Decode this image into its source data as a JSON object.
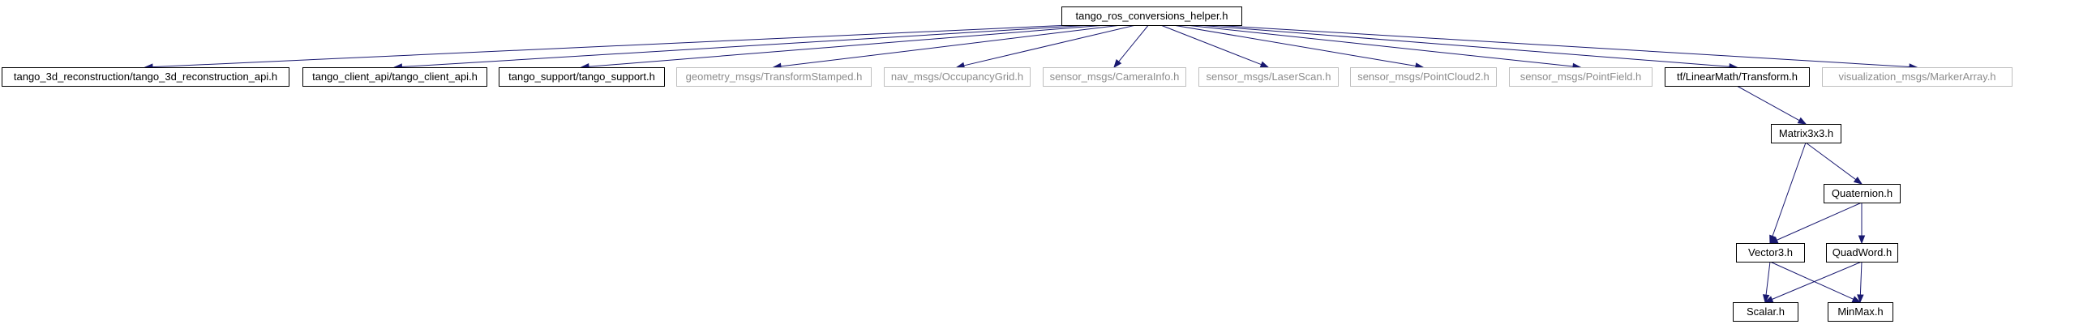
{
  "colors": {
    "root_fill": "#bfbfbf",
    "solid_border": "#000000",
    "external_border": "#bfbfbf",
    "external_text": "#8c8c8c",
    "text": "#000000",
    "edge": "#191970"
  },
  "nodes": [
    {
      "id": "root",
      "label": "tango_ros_conversions_helper.h",
      "kind": "root"
    },
    {
      "id": "n1",
      "label": "tango_3d_reconstruction/tango_3d_reconstruction_api.h",
      "kind": "solid"
    },
    {
      "id": "n2",
      "label": "tango_client_api/tango_client_api.h",
      "kind": "solid"
    },
    {
      "id": "n3",
      "label": "tango_support/tango_support.h",
      "kind": "solid"
    },
    {
      "id": "n4",
      "label": "geometry_msgs/TransformStamped.h",
      "kind": "external"
    },
    {
      "id": "n5",
      "label": "nav_msgs/OccupancyGrid.h",
      "kind": "external"
    },
    {
      "id": "n6",
      "label": "sensor_msgs/CameraInfo.h",
      "kind": "external"
    },
    {
      "id": "n7",
      "label": "sensor_msgs/LaserScan.h",
      "kind": "external"
    },
    {
      "id": "n8",
      "label": "sensor_msgs/PointCloud2.h",
      "kind": "external"
    },
    {
      "id": "n9",
      "label": "sensor_msgs/PointField.h",
      "kind": "external"
    },
    {
      "id": "n10",
      "label": "tf/LinearMath/Transform.h",
      "kind": "solid"
    },
    {
      "id": "n11",
      "label": "visualization_msgs/MarkerArray.h",
      "kind": "external"
    },
    {
      "id": "m3",
      "label": "Matrix3x3.h",
      "kind": "solid"
    },
    {
      "id": "q",
      "label": "Quaternion.h",
      "kind": "solid"
    },
    {
      "id": "v3",
      "label": "Vector3.h",
      "kind": "solid"
    },
    {
      "id": "qw",
      "label": "QuadWord.h",
      "kind": "solid"
    },
    {
      "id": "sc",
      "label": "Scalar.h",
      "kind": "solid"
    },
    {
      "id": "mm",
      "label": "MinMax.h",
      "kind": "solid"
    }
  ],
  "edges": [
    [
      "root",
      "n1"
    ],
    [
      "root",
      "n2"
    ],
    [
      "root",
      "n3"
    ],
    [
      "root",
      "n4"
    ],
    [
      "root",
      "n5"
    ],
    [
      "root",
      "n6"
    ],
    [
      "root",
      "n7"
    ],
    [
      "root",
      "n8"
    ],
    [
      "root",
      "n9"
    ],
    [
      "root",
      "n10"
    ],
    [
      "root",
      "n11"
    ],
    [
      "n10",
      "m3"
    ],
    [
      "m3",
      "q"
    ],
    [
      "m3",
      "v3"
    ],
    [
      "q",
      "v3"
    ],
    [
      "q",
      "qw"
    ],
    [
      "v3",
      "sc"
    ],
    [
      "v3",
      "mm"
    ],
    [
      "qw",
      "sc"
    ],
    [
      "qw",
      "mm"
    ]
  ]
}
